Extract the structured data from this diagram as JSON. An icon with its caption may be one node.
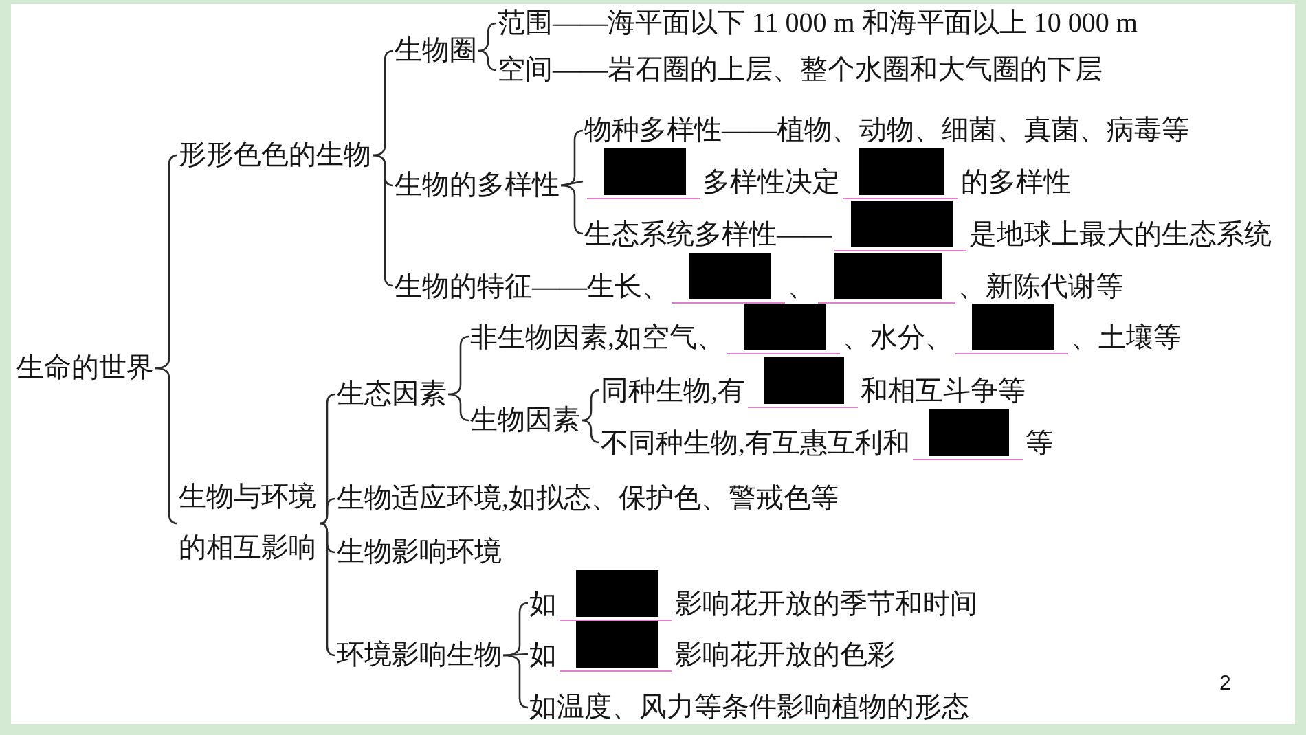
{
  "diagram": {
    "nodes": [
      {
        "text": [
          "生命的世界"
        ]
      },
      {
        "text": [
          "形形色色的生物"
        ]
      },
      {
        "text": [
          "生物圈"
        ]
      },
      {
        "text": [
          "范围——海平面以下 11 000 m 和海平面以上 10 000 m"
        ]
      },
      {
        "text": [
          "空间——岩石圈的上层、整个水圈和大气圈的下层"
        ]
      },
      {
        "text": [
          "生物的多样性"
        ]
      },
      {
        "text": [
          "物种多样性——植物、动物、细菌、真菌、病毒等"
        ]
      },
      {
        "text": [
          "多样性决定",
          "的多样性"
        ]
      },
      {
        "text": [
          "生态系统多样性——",
          "是地球上最大的生态系统"
        ]
      },
      {
        "text": [
          "生物的特征——生长、",
          "、",
          "、新陈代谢等"
        ]
      },
      {
        "text": [
          "生物与环境的相互影响"
        ]
      },
      {
        "text": [
          "生态因素"
        ]
      },
      {
        "text": [
          "非生物因素,如空气、",
          "、水分、",
          "、土壤等"
        ]
      },
      {
        "text": [
          "生物因素"
        ]
      },
      {
        "text": [
          "同种生物,有",
          "和相互斗争等"
        ]
      },
      {
        "text": [
          "不同种生物,有互惠互利和",
          "等"
        ]
      },
      {
        "text": [
          "生物适应环境,如拟态、保护色、警戒色等"
        ]
      },
      {
        "text": [
          "生物影响环境"
        ]
      },
      {
        "text": [
          "环境影响生物"
        ]
      },
      {
        "text": [
          "如",
          "影响花开放的季节和时间"
        ]
      },
      {
        "text": [
          "如",
          "影响花开放的色彩"
        ]
      },
      {
        "text": [
          "如温度、风力等条件影响植物的形态"
        ]
      }
    ],
    "edges": [
      {
        "from": 0,
        "to": 1,
        "arrow": "none"
      },
      {
        "from": 0,
        "to": 10,
        "arrow": "none"
      },
      {
        "from": 1,
        "to": 2,
        "arrow": "none"
      },
      {
        "from": 1,
        "to": 5,
        "arrow": "none"
      },
      {
        "from": 1,
        "to": 9,
        "arrow": "none"
      },
      {
        "from": 2,
        "to": 3,
        "arrow": "none"
      },
      {
        "from": 2,
        "to": 4,
        "arrow": "none"
      },
      {
        "from": 5,
        "to": 6,
        "arrow": "none"
      },
      {
        "from": 5,
        "to": 7,
        "arrow": "none"
      },
      {
        "from": 5,
        "to": 8,
        "arrow": "none"
      },
      {
        "from": 10,
        "to": 11,
        "arrow": "none"
      },
      {
        "from": 10,
        "to": 16,
        "arrow": "none"
      },
      {
        "from": 10,
        "to": 17,
        "arrow": "none"
      },
      {
        "from": 10,
        "to": 18,
        "arrow": "none"
      },
      {
        "from": 11,
        "to": 12,
        "arrow": "none"
      },
      {
        "from": 11,
        "to": 13,
        "arrow": "none"
      },
      {
        "from": 13,
        "to": 14,
        "arrow": "none"
      },
      {
        "from": 13,
        "to": 15,
        "arrow": "none"
      },
      {
        "from": 18,
        "to": 19,
        "arrow": "none"
      },
      {
        "from": 18,
        "to": 20,
        "arrow": "none"
      },
      {
        "from": 18,
        "to": 21,
        "arrow": "none"
      }
    ],
    "labels": [
      "2"
    ]
  }
}
